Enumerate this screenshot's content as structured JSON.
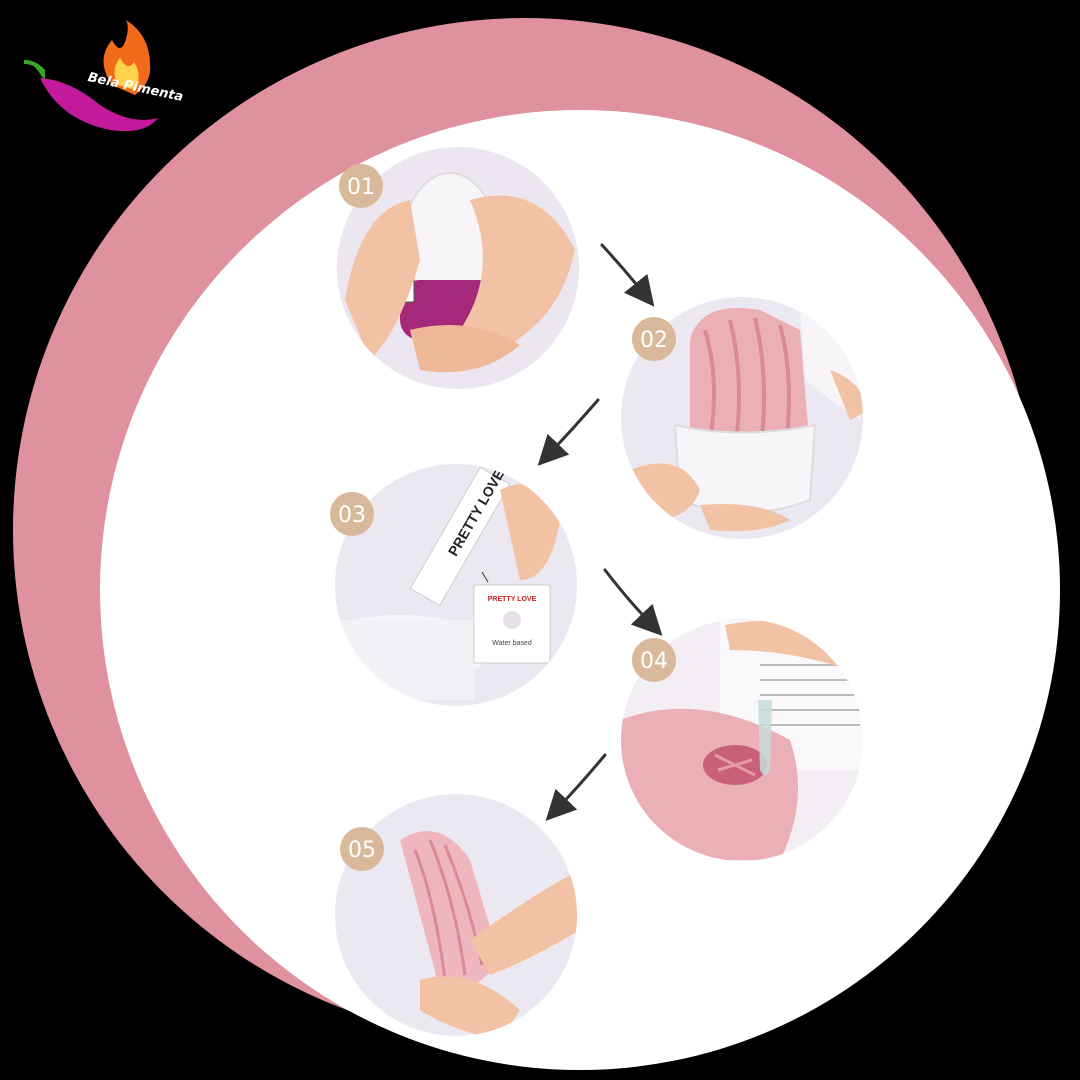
{
  "brand": {
    "name": "Bela Pimenta",
    "colors": {
      "pepper": "#c21a9a",
      "flame": "#f26a1b",
      "stem": "#3aa52a"
    }
  },
  "colors": {
    "background": "#000000",
    "ring": "#df929d",
    "circle": "#ffffff",
    "badge": "#d9b99b",
    "photo_bg": "#ece8f1",
    "product_pink": "#eab0b6"
  },
  "steps": [
    {
      "number": "01",
      "icon": "hands-opening-egg-icon"
    },
    {
      "number": "02",
      "icon": "textured-sleeve-icon"
    },
    {
      "number": "03",
      "icon": "lube-sachet-icon"
    },
    {
      "number": "04",
      "icon": "lube-dropping-icon"
    },
    {
      "number": "05",
      "icon": "stretching-sleeve-icon"
    }
  ],
  "sachet": {
    "brand": "PRETTY LOVE",
    "label": "Water based"
  }
}
